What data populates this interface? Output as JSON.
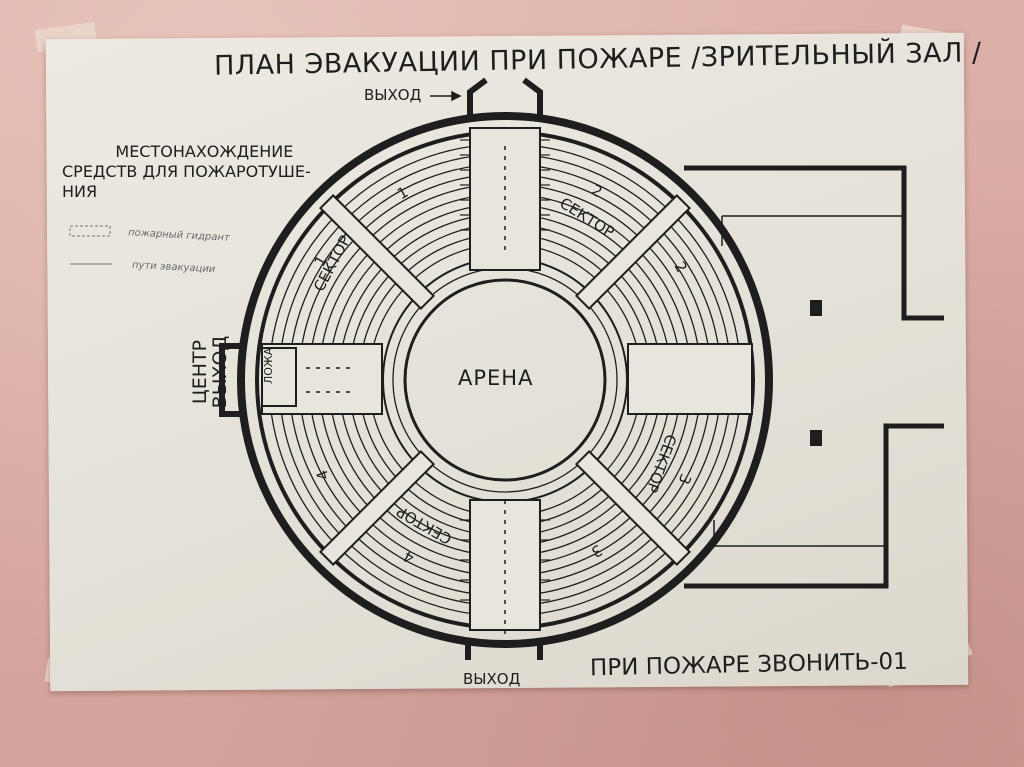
{
  "title": "ПЛАН ЭВАКУАЦИИ ПРИ ПОЖАРЕ /ЗРИТЕЛЬНЫЙ ЗАЛ /",
  "exits": {
    "top": "ВЫХОД",
    "bottom": "ВЫХОД",
    "left_line1": "ЦЕНТР",
    "left_line2": "ВЫХОД"
  },
  "legend": {
    "title_line1": "МЕСТОНАХОЖДЕНИЕ",
    "title_line2": "СРЕДСТВ ДЛЯ ПОЖАРОТУШЕ-",
    "title_line3": "НИЯ",
    "item_hydrant": "пожарный гидрант",
    "item_routes": "пути эвакуации"
  },
  "arena_label": "АРЕНА",
  "box_label": "ЛОЖА",
  "sectors": [
    {
      "number": "1",
      "word": "СЕКТОР"
    },
    {
      "number": "2",
      "word": "СЕКТОР"
    },
    {
      "number": "3",
      "word": "СЕКТОР"
    },
    {
      "number": "4",
      "word": "СЕКТОР"
    }
  ],
  "fire_call": "ПРИ ПОЖАРЕ ЗВОНИТЬ-01",
  "colors": {
    "wall": "#d9aaa3",
    "paper": "#e8e5dc",
    "ink": "#1e1e1e"
  }
}
